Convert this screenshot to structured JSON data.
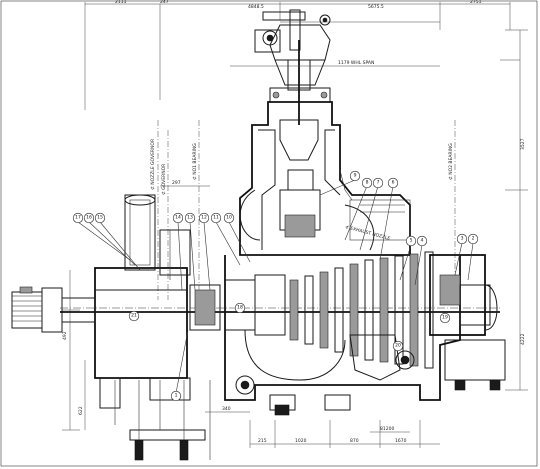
{
  "dimensions": {
    "top_left": "2111",
    "top_left_2": "247",
    "top_center_1": "4848.5",
    "top_center_2": "5675.5",
    "top_right": "2751",
    "spread": "1179 WHL SPAN",
    "right_height": "3527",
    "mid_small": "297",
    "bottom_left": "340",
    "bottom_1": "215",
    "bottom_2": "1020",
    "bottom_3": "870",
    "bottom_4": "1670",
    "bottom_5": "81200",
    "left_height": "492",
    "left_height_2": "622",
    "right_low": "4222"
  },
  "centerline_labels": {
    "nozzle": "⊄ NOZZLE GOVERNOR",
    "governor": "⊄ GOVERNOR",
    "bearing_1": "⊄ NO1 BEARING",
    "bearing_2": "⊄ NO2 BEARING",
    "exhaust": "⊄ EXHAUST NOZZLE"
  },
  "callouts": [
    "17",
    "16",
    "15",
    "14",
    "13",
    "12",
    "11",
    "10",
    "9",
    "8",
    "7",
    "6",
    "5",
    "4",
    "3",
    "2",
    "1",
    "18",
    "19",
    "20",
    "21"
  ],
  "colors": {
    "ink": "#1a1a1a",
    "paper": "#ffffff"
  }
}
